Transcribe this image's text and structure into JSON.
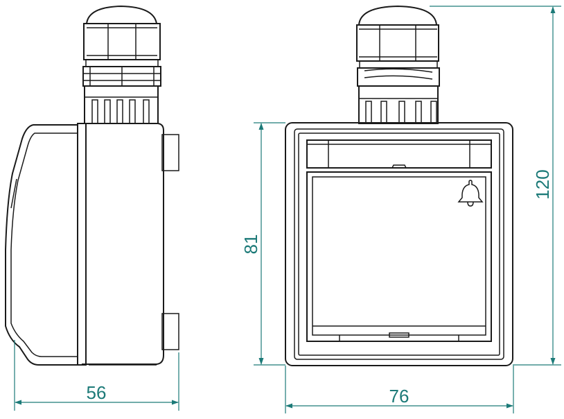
{
  "colors": {
    "outline": "#1a1a1a",
    "dimension": "#1c7a78",
    "background": "#ffffff"
  },
  "icons": {
    "bell": "bell-icon"
  },
  "dimensions": {
    "side_depth": "56",
    "front_width": "76",
    "front_height": "81",
    "total_height": "120"
  }
}
